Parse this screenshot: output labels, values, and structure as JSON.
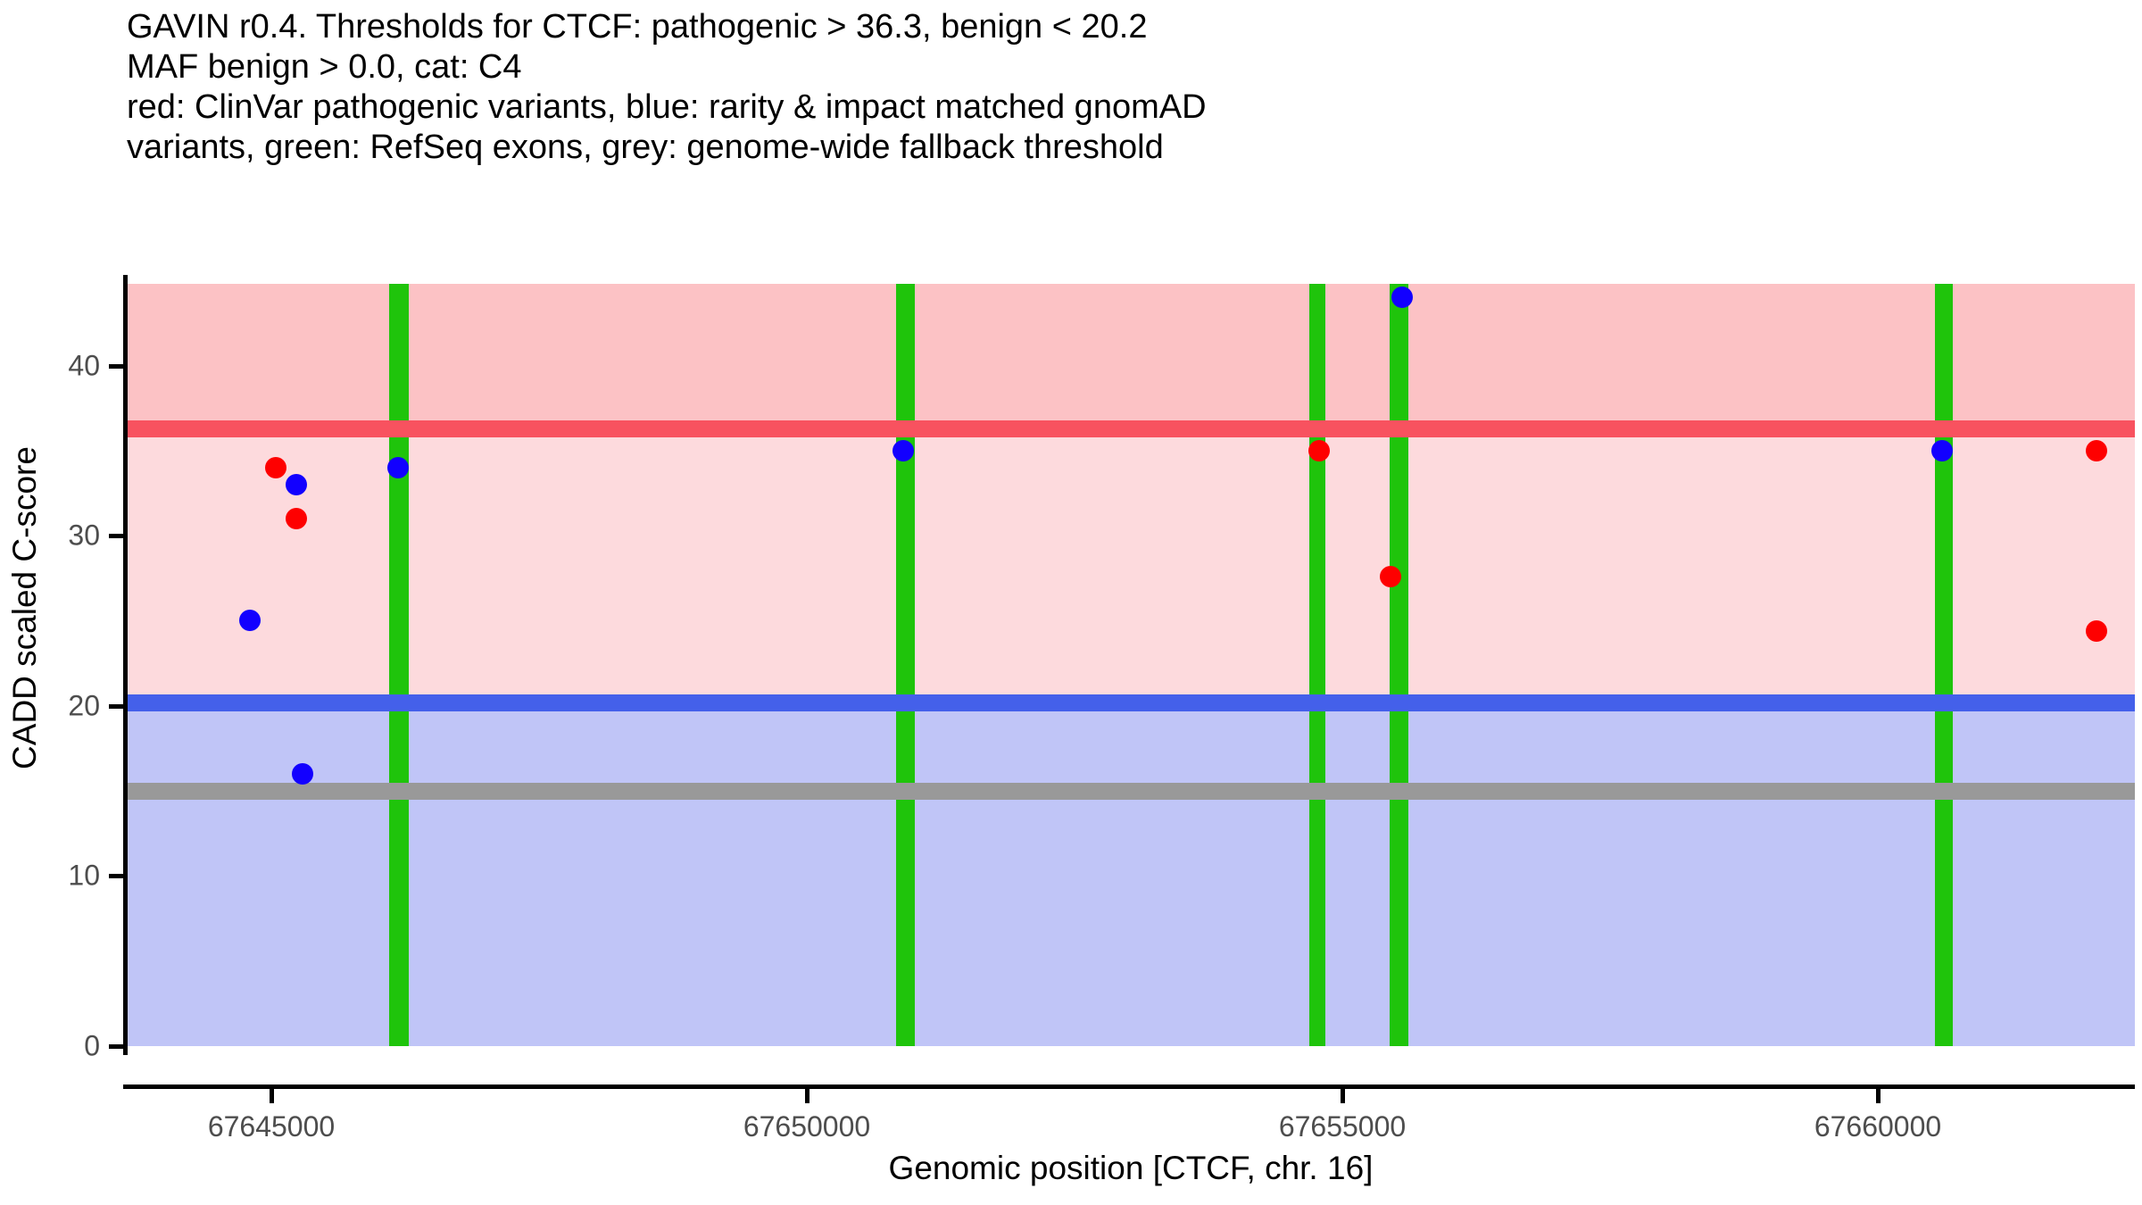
{
  "title": {
    "lines": [
      "GAVIN r0.4. Thresholds for CTCF: pathogenic > 36.3, benign < 20.2",
      "MAF benign > 0.0, cat: C4",
      "red: ClinVar pathogenic variants, blue: rarity & impact matched gnomAD",
      "variants, green: RefSeq exons, grey: genome-wide fallback threshold"
    ]
  },
  "colors": {
    "pathogenic_point": "#fe0000",
    "benign_point": "#1200ff",
    "exon": "#1fc40b",
    "pathogenic_line": "#f8525f",
    "benign_line": "#4460ea",
    "fallback_line": "#999999",
    "band_above_pathogenic": "#fcc2c5",
    "band_middle": "#fddadd",
    "band_below_benign": "#c0c5f7",
    "axis_text": "#4d4d4d"
  },
  "chart_data": {
    "type": "scatter",
    "title": "GAVIN r0.4. Thresholds for CTCF: pathogenic > 36.3, benign < 20.2",
    "xlabel": "Genomic position [CTCF, chr. 16]",
    "ylabel": "CADD scaled C-score",
    "xlim": [
      67643650,
      67662400
    ],
    "ylim": [
      0,
      44.8
    ],
    "xticks": [
      67645000,
      67650000,
      67655000,
      67660000
    ],
    "xticklabels": [
      "67645000",
      "67650000",
      "67655000",
      "67660000"
    ],
    "yticks": [
      0,
      10,
      20,
      30,
      40
    ],
    "yticklabels": [
      "0",
      "10",
      "20",
      "30",
      "40"
    ],
    "grid": false,
    "legend": "none",
    "gene": "CTCF",
    "chromosome": "16",
    "gavin_release": "r0.4",
    "maf_benign": "0.0",
    "category": "C4",
    "thresholds": {
      "pathogenic": 36.3,
      "benign": 20.2,
      "genome_wide_fallback": 15.0
    },
    "series": [
      {
        "name": "ClinVar pathogenic variants",
        "color": "#fe0000",
        "points": [
          {
            "x": 67645040,
            "y": 34.0
          },
          {
            "x": 67645235,
            "y": 31.0
          },
          {
            "x": 67654780,
            "y": 35.0
          },
          {
            "x": 67655450,
            "y": 27.6
          },
          {
            "x": 67662040,
            "y": 35.0
          },
          {
            "x": 67662040,
            "y": 24.4
          }
        ]
      },
      {
        "name": "rarity & impact matched gnomAD variants",
        "color": "#1200ff",
        "points": [
          {
            "x": 67645230,
            "y": 33.0
          },
          {
            "x": 67644800,
            "y": 25.0
          },
          {
            "x": 67645290,
            "y": 16.0
          },
          {
            "x": 67646180,
            "y": 34.0
          },
          {
            "x": 67650900,
            "y": 35.0
          },
          {
            "x": 67655560,
            "y": 44.0
          },
          {
            "x": 67660600,
            "y": 35.0
          }
        ]
      },
      {
        "name": "RefSeq exons",
        "color": "#1fc40b",
        "type": "vspan",
        "spans": [
          {
            "start": 67646100,
            "end": 67646280
          },
          {
            "start": 67650830,
            "end": 67651010
          },
          {
            "start": 67654690,
            "end": 67654840
          },
          {
            "start": 67655440,
            "end": 67655620
          },
          {
            "start": 67660530,
            "end": 67660700
          }
        ]
      }
    ],
    "hlines": [
      {
        "name": "pathogenic threshold",
        "y": 36.3,
        "color": "#f8525f"
      },
      {
        "name": "benign threshold",
        "y": 20.2,
        "color": "#4460ea"
      },
      {
        "name": "genome-wide fallback threshold",
        "y": 15.0,
        "color": "#999999"
      }
    ],
    "bands": [
      {
        "name": "pathogenic region",
        "from": 36.3,
        "to": 44.8,
        "color": "#fcc2c5"
      },
      {
        "name": "vus region",
        "from": 20.2,
        "to": 36.3,
        "color": "#fddadd"
      },
      {
        "name": "benign region",
        "from": 0,
        "to": 20.2,
        "color": "#c0c5f7"
      }
    ]
  }
}
